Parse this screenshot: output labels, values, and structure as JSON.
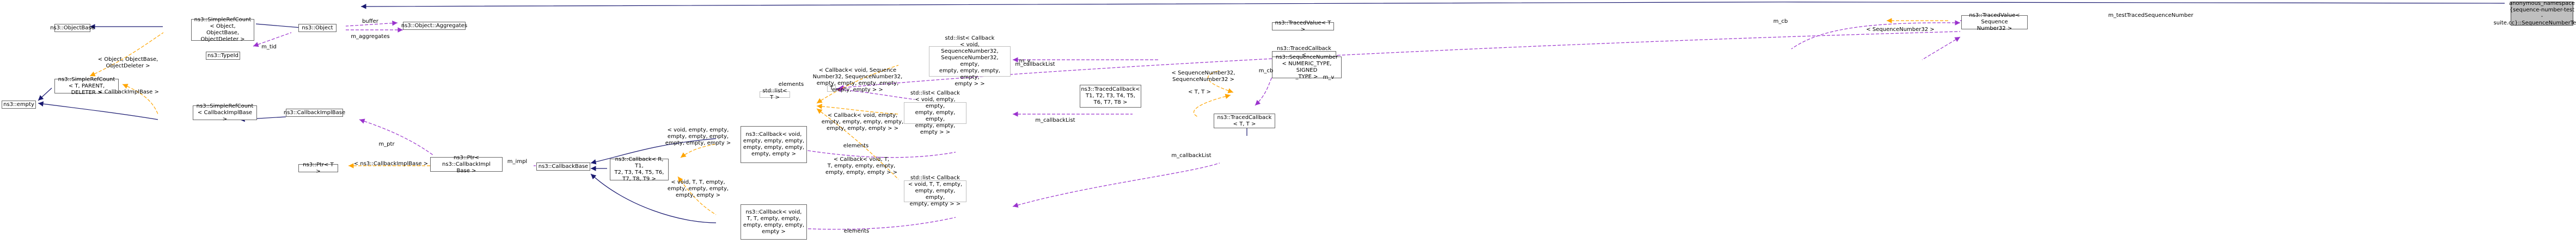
{
  "colors": {
    "inheritance": "#191970",
    "member": "#9a32cd",
    "template": "#ffa500",
    "main_fill": "#bfbfbf",
    "node_border": "#666666",
    "ghost_border": "#bfbfbf"
  },
  "nodes": {
    "anon": "anonymous_namespace\n{sequence-number-test\n-suite.cc}::SequenceNumberTestObj",
    "tracedvalue_seqnum": "ns3::TracedValue< Sequence\nNumber32 >",
    "traced_callback_seqnum": "ns3::TracedCallback\n< SequenceNumber32,\nSequenceNumber32 >",
    "tracedvalue_t": "ns3::TracedValue< T >",
    "sequencenumber": "ns3::SequenceNumber\n< NUMERIC_TYPE, SIGNED\n_TYPE >",
    "traced_callback_t": "ns3::TracedCallback\n< T, T >",
    "traced_callback_8": "ns3::TracedCallback<\nT1, T2, T3, T4, T5,\nT6, T7, T8 >",
    "list_seqnum": "std::list< Callback\n< void, SequenceNumber32,\nSequenceNumber32, empty,\nempty, empty, empty, empty,\nempty > >",
    "list_void_empty": "std::list< Callback\n< void, empty, empty,\nempty, empty, empty,\nempty, empty, empty > >",
    "list_void_t": "std::list< Callback\n< void, T, T, empty,\nempty, empty, empty,\nempty, empty > >",
    "T": "T",
    "list_t": "std::list< T >",
    "callback_void_empty": "ns3::Callback< void,\nempty, empty, empty,\nempty, empty, empty,\nempty, empty >",
    "callback_r9": "ns3::Callback< R, T1,\nT2, T3, T4, T5, T6,\nT7, T8, T9 >",
    "callback_void_t": "ns3::Callback< void,\nT, T, empty, empty,\nempty, empty, empty,\nempty >",
    "callbackbase": "ns3::CallbackBase",
    "ptr_callbackimplbase": "ns3::Ptr< ns3::CallbackImpl\nBase >",
    "ptr_t": "ns3::Ptr< T >",
    "callbackimplbase": "ns3::CallbackImplBase",
    "simplerefcount_cb": "ns3::SimpleRefCount\n< CallbackImplBase >",
    "simplerefcount_tpl": "ns3::SimpleRefCount\n< T, PARENT, DELETER >",
    "empty": "ns3::empty",
    "object": "ns3::Object",
    "simplerefcount_obj": "ns3::SimpleRefCount\n< Object, ObjectBase,\nObjectDeleter >",
    "objectbase": "ns3::ObjectBase",
    "typeid": "ns3::TypeId",
    "aggregates": "ns3::Object::Aggregates"
  },
  "edge_labels": {
    "m_testTracedSequenceNumber": "m_testTracedSequenceNumber",
    "m_cb_top": "m_cb",
    "m_v_top": "m_v",
    "seqnum32_tv": "< SequenceNumber32 >",
    "m_v_seq": "m_v",
    "m_cb_mid": "m_cb",
    "seqnum_tc": "< SequenceNumber32,\nSequenceNumber32 >",
    "tt": "< T, T >",
    "m_callbackList_1": "m_callbackList",
    "m_callbackList_2": "m_callbackList",
    "m_callbackList_3": "m_callbackList",
    "elements_T": "elements",
    "cb_void_seqnum": "< Callback< void, Sequence\nNumber32, SequenceNumber32,\nempty, empty, empty, empty,\nempty, empty > >",
    "cb_void_empty": "< Callback< void, empty,\nempty, empty, empty, empty,\nempty, empty, empty > >",
    "cb_void_t_lbl": "< Callback< void, T,\nT, empty, empty, empty,\nempty, empty, empty > >",
    "elements_1": "elements",
    "elements_2": "elements",
    "void_empty_tpl": "< void, empty, empty,\nempty, empty, empty,\nempty, empty, empty >",
    "void_t_tpl": "< void, T, T, empty,\nempty, empty, empty,\nempty, empty >",
    "m_impl": "m_impl",
    "cbimplbase_tpl": "< ns3::CallbackImplBase >",
    "m_ptr": "m_ptr",
    "cbimplbase_refcount": "< CallbackImplBase >",
    "obj_refcount": "< Object, ObjectBase,\nObjectDeleter >",
    "m_tid": "m_tid",
    "buffer": "buffer",
    "m_aggregates": "m_aggregates"
  }
}
